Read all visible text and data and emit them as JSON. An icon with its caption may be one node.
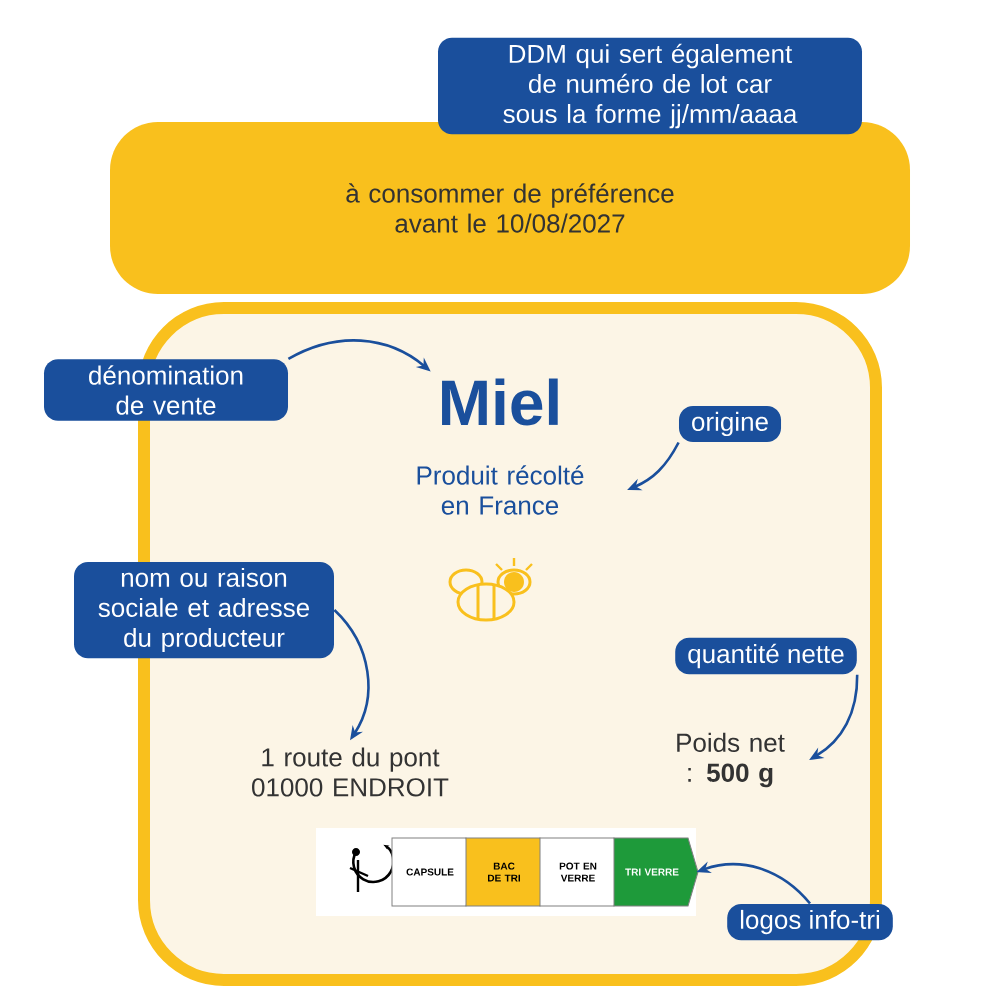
{
  "diagram": {
    "nodes": [
      {
        "text": [],
        "shape": "box"
      },
      {
        "text": [
          "à consommer de préférence avant le 10/08/2027"
        ]
      },
      {
        "text": [
          "DDM qui sert également de numéro de lot car sous la forme jj/mm/aaaa"
        ]
      },
      {
        "text": [
          "dénomination de vente"
        ]
      },
      {
        "text": [
          "Miel"
        ],
        "in": 0
      },
      {
        "text": [
          "Produit récolté en France"
        ],
        "in": 0
      },
      {
        "text": [
          "origine"
        ],
        "in": 0
      },
      {
        "text": [
          "nom ou raison sociale et adresse du producteur"
        ]
      },
      {
        "text": [
          "1 route du pont 01000 ENDROIT"
        ],
        "in": 0
      },
      {
        "text": [
          "quantité nette"
        ],
        "in": 0
      },
      {
        "text": [
          "Poids net : **500 g**"
        ],
        "in": 0
      },
      {
        "text": [
          "CAPSULE",
          "BAC DE TRI",
          "POT EN VERRE",
          "TRI VERRE"
        ],
        "in": 0
      },
      {
        "text": [
          "logos info-tri"
        ]
      }
    ],
    "edges": [
      {
        "from": 3,
        "to": 4,
        "arrow": "to"
      },
      {
        "from": 6,
        "to": 5,
        "arrow": "to"
      },
      {
        "from": 7,
        "to": 8,
        "arrow": "to"
      },
      {
        "from": 9,
        "to": 10,
        "arrow": "to"
      },
      {
        "from": 12,
        "to": 11,
        "arrow": "to"
      }
    ]
  }
}
